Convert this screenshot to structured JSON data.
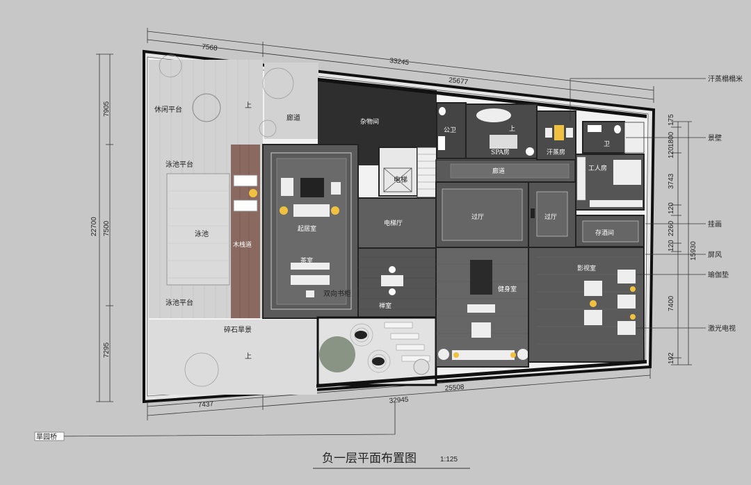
{
  "title": "负一层平面布置图",
  "scale": "1:125",
  "dimensions": {
    "top_outer": "33245",
    "top_left": "7568",
    "top_right": "25677",
    "bottom_outer": "32945",
    "bottom_left": "7437",
    "bottom_right": "25508",
    "left_total": "22700",
    "left_top": "7905",
    "left_mid": "7500",
    "left_bot": "7295",
    "right_total": "15930",
    "right_a": "175",
    "right_b": "1800",
    "right_c": "120",
    "right_d": "3743",
    "right_e": "120",
    "right_f": "2260",
    "right_g": "120",
    "right_h": "7400",
    "right_i": "192"
  },
  "rooms": {
    "leisure": "休闲平台",
    "corridor_up": "廊道",
    "storage": "杂物间",
    "wc": "公卫",
    "spa": "SPA房",
    "sauna": "汗蒸房",
    "wc2": "卫",
    "worker": "工人房",
    "pool_deck_top": "泳池平台",
    "pool": "泳池",
    "pool_deck_bottom": "泳池平台",
    "wood_path": "木栈道",
    "living": "起居室",
    "tea": "茶室",
    "bookshelf": "双向书柜",
    "elevator_hall": "电梯厅",
    "elevator": "电梯",
    "zen": "禅室",
    "corridor_mid": "廊道",
    "hall1": "过厅",
    "hall2": "过厅",
    "wine": "存酒间",
    "gym": "健身室",
    "cinema": "影视室",
    "gravel": "碎石旱景",
    "up1": "上",
    "up2": "上",
    "up3": "上"
  },
  "annotations": {
    "a1": "汗蒸榻榻米",
    "a2": "景壁",
    "a3": "挂画",
    "a4": "屏风",
    "a5": "瑜伽垫",
    "a6": "激光电视",
    "a7": "旱园桥"
  }
}
